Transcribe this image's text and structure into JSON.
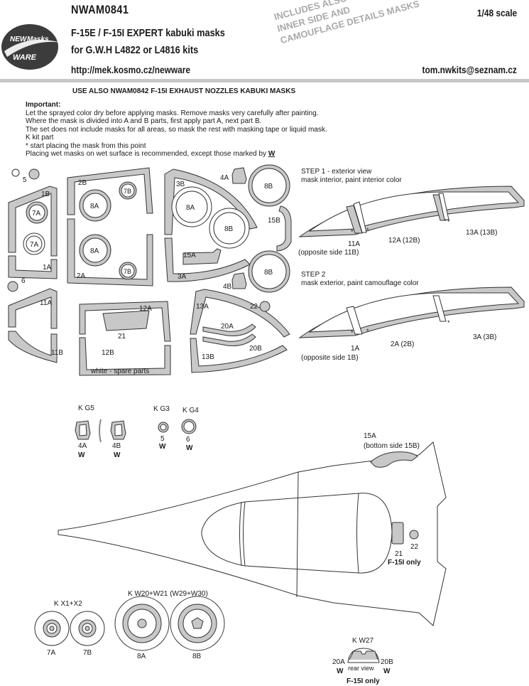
{
  "header": {
    "code": "NWAM0841",
    "title_line1": "F-15E / F-15I EXPERT kabuki masks",
    "title_line2": "for G.W.H L4822 or L4816 kits",
    "url": "http://mek.kosmo.cz/newware",
    "email": "tom.nwkits@seznam.cz",
    "scale": "1/48 scale",
    "stamp": [
      "INCLUDES ALSO WINDOWS",
      "INNER SIDE AND",
      "CAMOUFLAGE DETAILS MASKS"
    ],
    "logo": {
      "line1": "NEW",
      "line2": "Masks",
      "line3": "WARE"
    }
  },
  "notice": "USE ALSO NWAM0842 F-15I EXHAUST NOZZLES KABUKI MASKS",
  "instructions": {
    "heading": "Important:",
    "lines": [
      "Let the sprayed color dry before applying masks. Remove masks very carefully after painting.",
      "Where the mask is divided into A and B parts, first apply part A, next part B.",
      "The set does not include masks for all areas, so mask the rest with masking tape or liquid mask.",
      "K kit part",
      "*  start placing the mask from this point",
      "Placing wet masks on wet surface is recommended, except those marked by"
    ],
    "wet_mark": "W"
  },
  "sheet_labels": {
    "p5": "5",
    "p6": "6",
    "p1B": "1B",
    "p1A": "1A",
    "p7A_top": "7A",
    "p7A_bot": "7A",
    "p2B": "2B",
    "p2A": "2A",
    "p8A_top": "8A",
    "p8A_bot": "8A",
    "p7B_top": "7B",
    "p7B_bot": "7B",
    "p3B": "3B",
    "p3A": "3A",
    "p8A_mid": "8A",
    "p8B_mid": "8B",
    "p15A": "15A",
    "p4A": "4A",
    "p4B": "4B",
    "p8B_top": "8B",
    "p8B_bot": "8B",
    "p15B": "15B",
    "p11A": "11A",
    "p11B": "11B",
    "p12A": "12A",
    "p12B": "12B",
    "p21": "21",
    "p13A": "13A",
    "p13B": "13B",
    "p20A": "20A",
    "p20B": "20B",
    "p22": "22",
    "spare": "white - spare parts"
  },
  "step1": {
    "title": "STEP 1 - exterior view",
    "subtitle": "mask interior, paint interior color",
    "labels": {
      "a": "11A",
      "b": "12A (12B)",
      "c": "13A (13B)",
      "opp": "(opposite side 11B)"
    }
  },
  "step2": {
    "title": "STEP 2",
    "subtitle": "mask exterior, paint camouflage color",
    "labels": {
      "a": "1A",
      "b": "2A (2B)",
      "c": "3A (3B)",
      "opp": "(opposite side 1B)"
    }
  },
  "lights": {
    "kg5": "K G5",
    "kg3": "K G3",
    "kg4": "K G4",
    "p4A": "4A",
    "p4B": "4B",
    "p5": "5",
    "p6": "6",
    "w": "W"
  },
  "airframe": {
    "p15A": "15A",
    "p15A_note": "(bottom side 15B)",
    "p21": "21",
    "p22": "22",
    "f15i": "F-15I only"
  },
  "wheels": {
    "kx": "K X1+X2",
    "kw": "K W20+W21 (W29+W30)",
    "p7A": "7A",
    "p7B": "7B",
    "p8A": "8A",
    "p8B": "8B"
  },
  "gearbay": {
    "kw27": "K W27",
    "p20A": "20A",
    "p20B": "20B",
    "rear": "rear view",
    "w": "W",
    "f15i": "F-15I only"
  },
  "colors": {
    "mask_grey": "#c8c8c8",
    "line": "#333333",
    "stamp_grey": "#a9a9a9"
  }
}
